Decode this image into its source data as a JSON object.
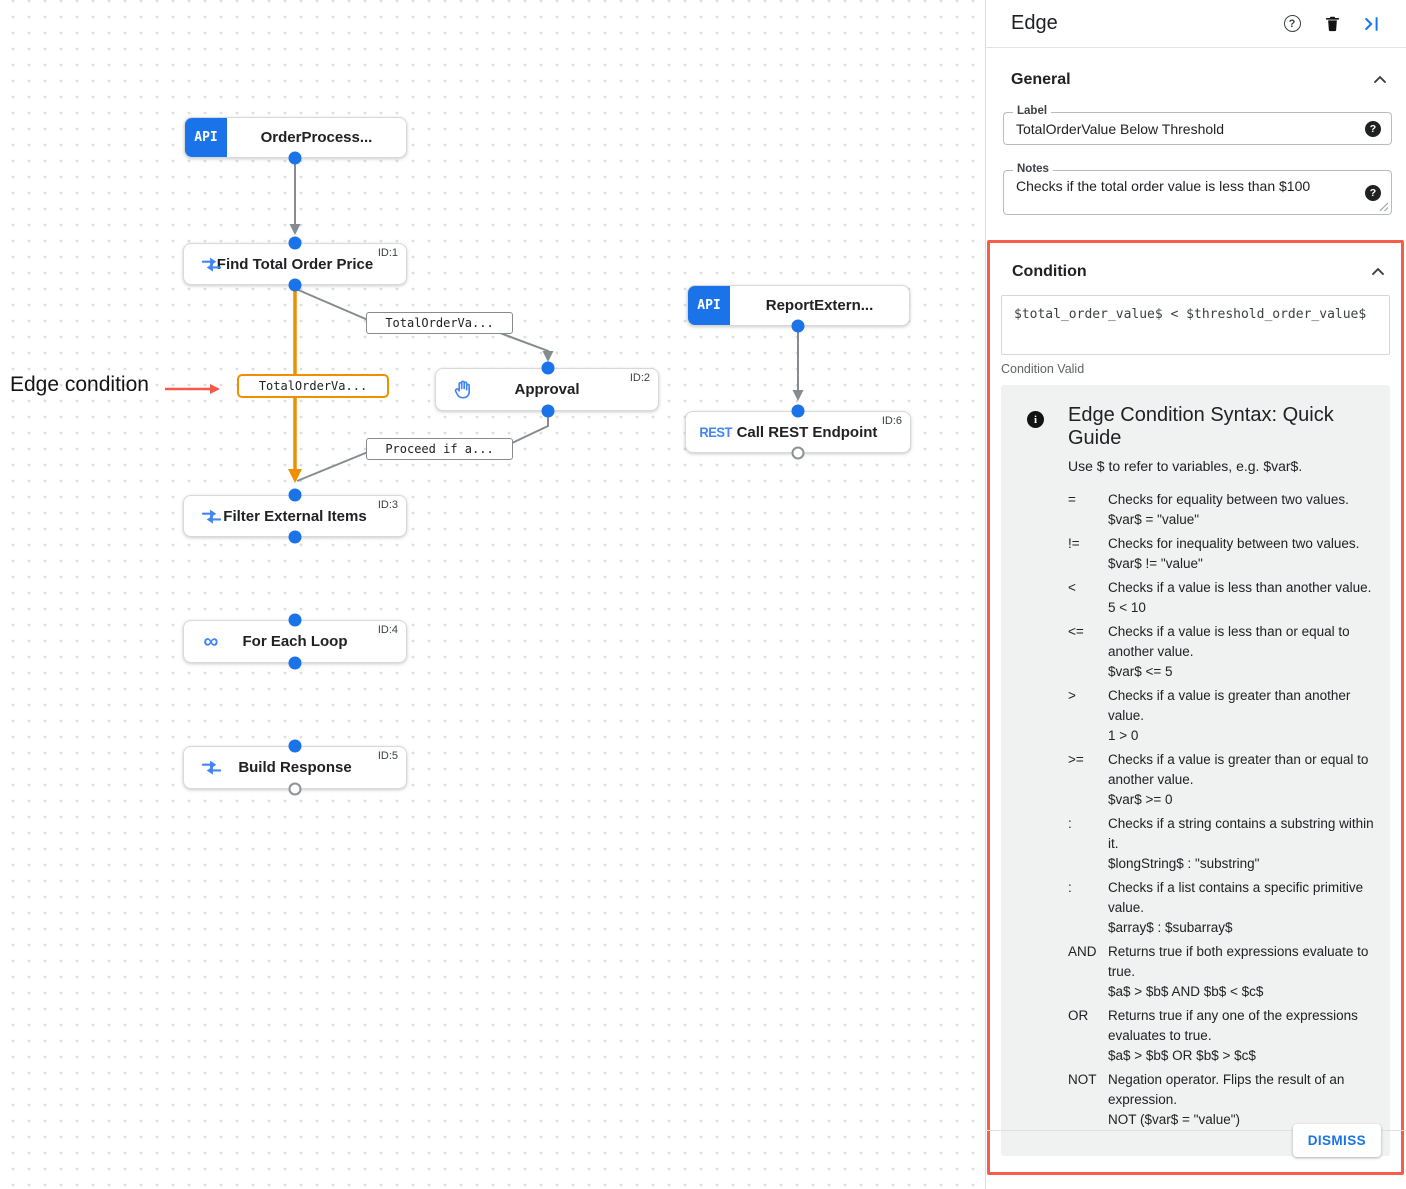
{
  "canvas": {
    "annotation": "Edge condition",
    "nodes": {
      "trigger_order": {
        "badge": "API",
        "label": "OrderProcess..."
      },
      "find_total": {
        "id": "ID:1",
        "label": "Find Total Order Price"
      },
      "approval": {
        "id": "ID:2",
        "label": "Approval"
      },
      "trigger_report": {
        "badge": "API",
        "label": "ReportExtern..."
      },
      "rest_call": {
        "id": "ID:6",
        "icon_label": "REST",
        "label": "Call REST Endpoint"
      },
      "filter": {
        "id": "ID:3",
        "label": "Filter External Items"
      },
      "foreach": {
        "id": "ID:4",
        "icon_glyph": "∞",
        "label": "For Each Loop"
      },
      "build": {
        "id": "ID:5",
        "label": "Build Response"
      }
    },
    "edge_labels": {
      "to_approval": "TotalOrderVa...",
      "selected": "TotalOrderVa...",
      "from_approval": "Proceed if a..."
    }
  },
  "panel": {
    "title": "Edge",
    "general": {
      "heading": "General",
      "label_field": {
        "label": "Label",
        "value": "TotalOrderValue Below Threshold",
        "help": "?"
      },
      "notes_field": {
        "label": "Notes",
        "value": "Checks if the total order value is less than $100",
        "help": "?"
      }
    },
    "condition": {
      "heading": "Condition",
      "expression": "$total_order_value$ < $threshold_order_value$",
      "status": "Condition Valid",
      "guide": {
        "info": "i",
        "title": "Edge Condition Syntax: Quick Guide",
        "subtitle": "Use $ to refer to variables, e.g. $var$.",
        "rows": [
          {
            "op": "=",
            "desc": "Checks for equality between two values.",
            "example": "$var$ = \"value\""
          },
          {
            "op": "!=",
            "desc": "Checks for inequality between two values.",
            "example": "$var$ != \"value\""
          },
          {
            "op": "<",
            "desc": "Checks if a value is less than another value.",
            "example": "5 < 10"
          },
          {
            "op": "<=",
            "desc": "Checks if a value is less than or equal to another value.",
            "example": "$var$ <= 5"
          },
          {
            "op": ">",
            "desc": "Checks if a value is greater than another value.",
            "example": "1 > 0"
          },
          {
            "op": ">=",
            "desc": "Checks if a value is greater than or equal to another value.",
            "example": "$var$ >= 0"
          },
          {
            "op": ":",
            "desc": "Checks if a string contains a substring within it.",
            "example": "$longString$ : \"substring\""
          },
          {
            "op": ":",
            "desc": "Checks if a list contains a specific primitive value.",
            "example": "$array$ : $subarray$"
          },
          {
            "op": "AND",
            "desc": "Returns true if both expressions evaluate to true.",
            "example": "$a$ > $b$ AND $b$ < $c$"
          },
          {
            "op": "OR",
            "desc": "Returns true if any one of the expressions evaluates to true.",
            "example": "$a$ > $b$ OR $b$ > $c$"
          },
          {
            "op": "NOT",
            "desc": "Negation operator. Flips the result of an expression.",
            "example": "NOT ($var$ = \"value\")"
          }
        ]
      }
    },
    "dismiss_label": "DISMISS"
  },
  "colors": {
    "accent_blue": "#1a73e8",
    "edge_orange": "#EE8F00",
    "edge_gray": "#868b90",
    "callout_red": "#FA5C4A"
  }
}
